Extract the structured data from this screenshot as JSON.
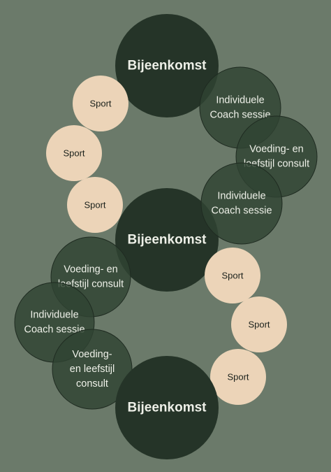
{
  "colors": {
    "background": "#6b7a6a",
    "bijeenkomst": "#253428",
    "session_fill": "#2f4332",
    "session_stroke": "#1f2b21",
    "sport_fill": "#ecd4b8",
    "dark_text": "#eef0e8",
    "sport_text": "#1c221c"
  },
  "diagram": {
    "bijeenkomst": [
      {
        "label": "Bijeenkomst"
      },
      {
        "label": "Bijeenkomst"
      },
      {
        "label": "Bijeenkomst"
      }
    ],
    "sessions": [
      {
        "lines": [
          "Individuele",
          "Coach sessie"
        ]
      },
      {
        "lines": [
          "Voeding- en",
          "leefstijl consult"
        ]
      },
      {
        "lines": [
          "Individuele",
          "Coach sessie"
        ]
      },
      {
        "lines": [
          "Voeding- en",
          "leefstijl consult"
        ]
      },
      {
        "lines": [
          "Individuele",
          "Coach sessie"
        ]
      },
      {
        "lines": [
          "Voeding-",
          "en leefstijl",
          "consult"
        ]
      }
    ],
    "sport": [
      {
        "label": "Sport"
      },
      {
        "label": "Sport"
      },
      {
        "label": "Sport"
      },
      {
        "label": "Sport"
      },
      {
        "label": "Sport"
      },
      {
        "label": "Sport"
      }
    ]
  }
}
